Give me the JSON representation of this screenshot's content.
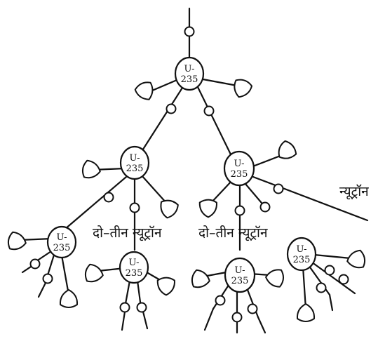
{
  "nucleus_label": [
    "U-",
    "235"
  ],
  "labels": {
    "neutrons_two_three": "दो–तीन न्यूट्रॉन",
    "neutron": "न्यूट्रॉन"
  },
  "colors": {
    "stroke": "#111111",
    "background": "#ffffff"
  }
}
